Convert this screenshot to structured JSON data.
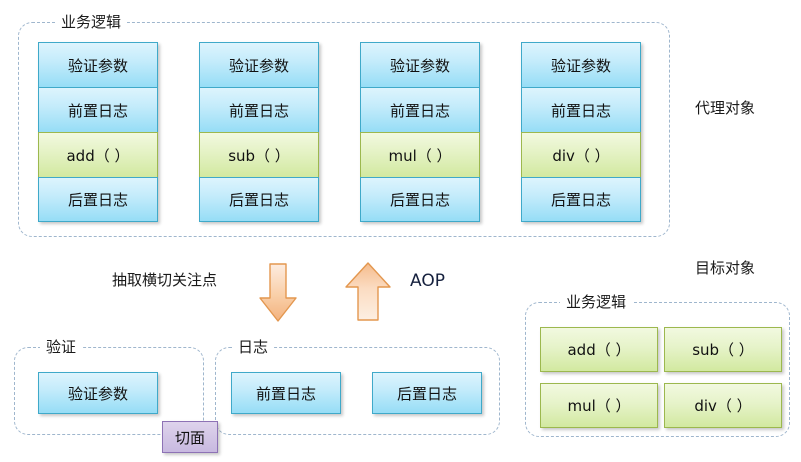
{
  "diagram": {
    "title": "AOP proxy object / target object diagram",
    "colors": {
      "blue_fill_top": "#ddf4fd",
      "blue_fill_bottom": "#96ddf6",
      "blue_border": "#3fa9c9",
      "green_fill_top": "#f2f9e0",
      "green_fill_bottom": "#d2e9a0",
      "green_border": "#9cb84e",
      "purple_fill": "#d3c6e6",
      "purple_border": "#8d72b5",
      "arrow_fill": "#f7c79a",
      "arrow_border": "#e08a3c",
      "group_border": "#9fb6cd",
      "text": "#1a1a1a"
    }
  },
  "proxy_section": {
    "group_label": "业务逻辑",
    "side_label": "代理对象",
    "columns": [
      {
        "method": "add（ ）",
        "cells": [
          "验证参数",
          "前置日志",
          "add（ ）",
          "后置日志"
        ]
      },
      {
        "method": "sub（ ）",
        "cells": [
          "验证参数",
          "前置日志",
          "sub（ ）",
          "后置日志"
        ]
      },
      {
        "method": "mul（ ）",
        "cells": [
          "验证参数",
          "前置日志",
          "mul（ ）",
          "后置日志"
        ]
      },
      {
        "method": "div（ ）",
        "cells": [
          "验证参数",
          "前置日志",
          "div（ ）",
          "后置日志"
        ]
      }
    ]
  },
  "middle_section": {
    "extract_label": "抽取横切关注点",
    "aop_label": "AOP",
    "down_arrow": "down-arrow",
    "up_arrow": "up-arrow"
  },
  "aspect_section": {
    "validation_group_label": "验证",
    "log_group_label": "日志",
    "aspect_badge": "切面",
    "validation_items": [
      "验证参数"
    ],
    "log_items": [
      "前置日志",
      "后置日志"
    ]
  },
  "target_section": {
    "side_label": "目标对象",
    "group_label": "业务逻辑",
    "methods": [
      "add（ ）",
      "sub（ ）",
      "mul（ ）",
      "div（ ）"
    ]
  }
}
